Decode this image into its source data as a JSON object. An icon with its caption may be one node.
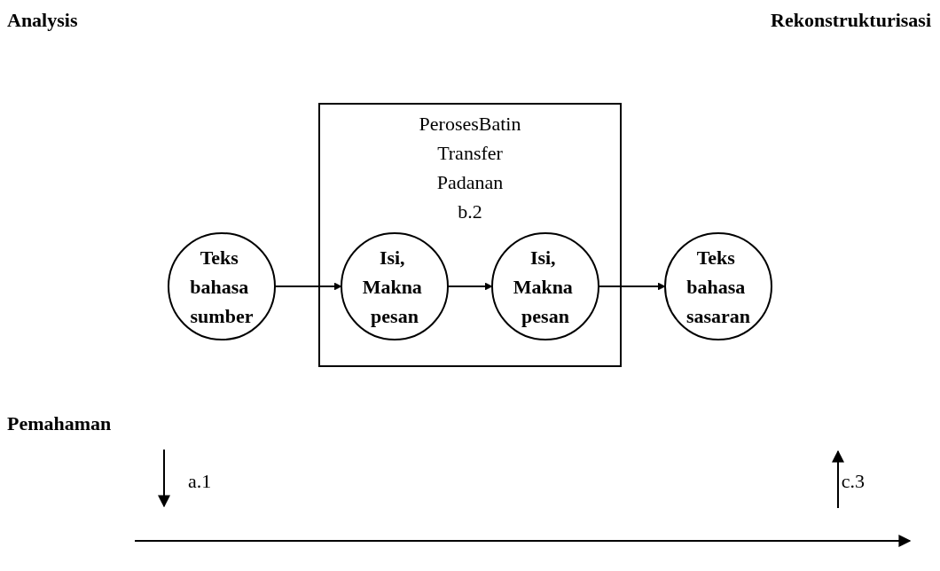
{
  "diagram": {
    "nodes": [
      {
        "text": [
          "PerosesBatin",
          "Transfer",
          "Padanan",
          "b.2"
        ]
      },
      {
        "text": [
          "Teks bahasa sumber"
        ]
      },
      {
        "text": [
          "Isi, Makna pesan"
        ],
        "in": 0
      },
      {
        "text": [
          "Isi, Makna pesan"
        ],
        "in": 0
      },
      {
        "text": [
          "Teks bahasa sasaran"
        ]
      }
    ],
    "edges": [
      {
        "from": 1,
        "to": 2,
        "arrow": "to"
      },
      {
        "from": 2,
        "to": 3,
        "arrow": "to"
      },
      {
        "from": 3,
        "to": 4,
        "arrow": "to"
      }
    ],
    "labels": [
      "Analysis",
      "Rekonstrukturisasi",
      "Pemahaman",
      "a.1",
      "c.3"
    ]
  }
}
